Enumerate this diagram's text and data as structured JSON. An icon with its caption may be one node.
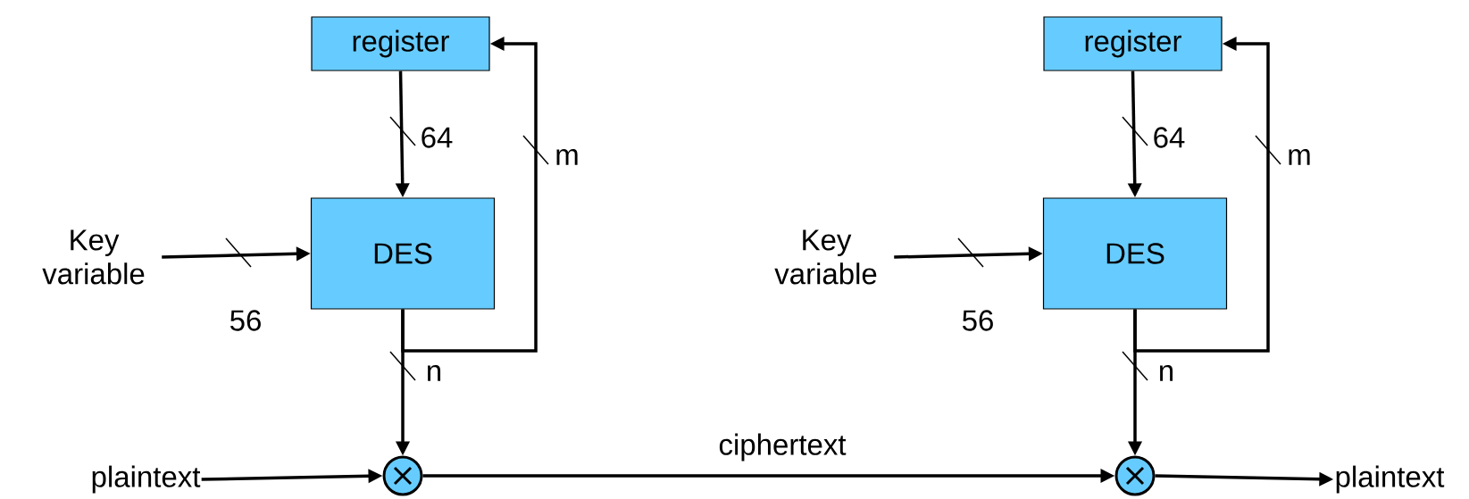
{
  "diagram": {
    "nodes": [
      {
        "text": [
          "register"
        ]
      },
      {
        "text": [
          "DES"
        ]
      },
      {
        "text": [],
        "shape": "circle"
      },
      {
        "text": [
          "Key variable"
        ]
      },
      {
        "text": [
          "plaintext"
        ]
      },
      {
        "text": [
          "register"
        ]
      },
      {
        "text": [
          "DES"
        ]
      },
      {
        "text": [],
        "shape": "circle"
      },
      {
        "text": [
          "Key variable"
        ]
      },
      {
        "text": [
          "plaintext"
        ]
      }
    ],
    "edges": [
      {
        "from": 0,
        "to": 1,
        "arrow": "to",
        "label": "64"
      },
      {
        "from": 1,
        "to": 2,
        "arrow": "to",
        "label": "n"
      },
      {
        "from": 1,
        "to": 0,
        "arrow": "to",
        "label": "m"
      },
      {
        "from": 3,
        "to": 1,
        "arrow": "to",
        "label": "56"
      },
      {
        "from": 4,
        "to": 2,
        "arrow": "to"
      },
      {
        "from": 2,
        "to": 7,
        "arrow": "to",
        "label": "ciphertext"
      },
      {
        "from": 5,
        "to": 6,
        "arrow": "to",
        "label": "64"
      },
      {
        "from": 6,
        "to": 7,
        "arrow": "to",
        "label": "n"
      },
      {
        "from": 6,
        "to": 5,
        "arrow": "to",
        "label": "m"
      },
      {
        "from": 8,
        "to": 6,
        "arrow": "to",
        "label": "56"
      },
      {
        "from": 7,
        "to": 9,
        "arrow": "to"
      }
    ]
  }
}
